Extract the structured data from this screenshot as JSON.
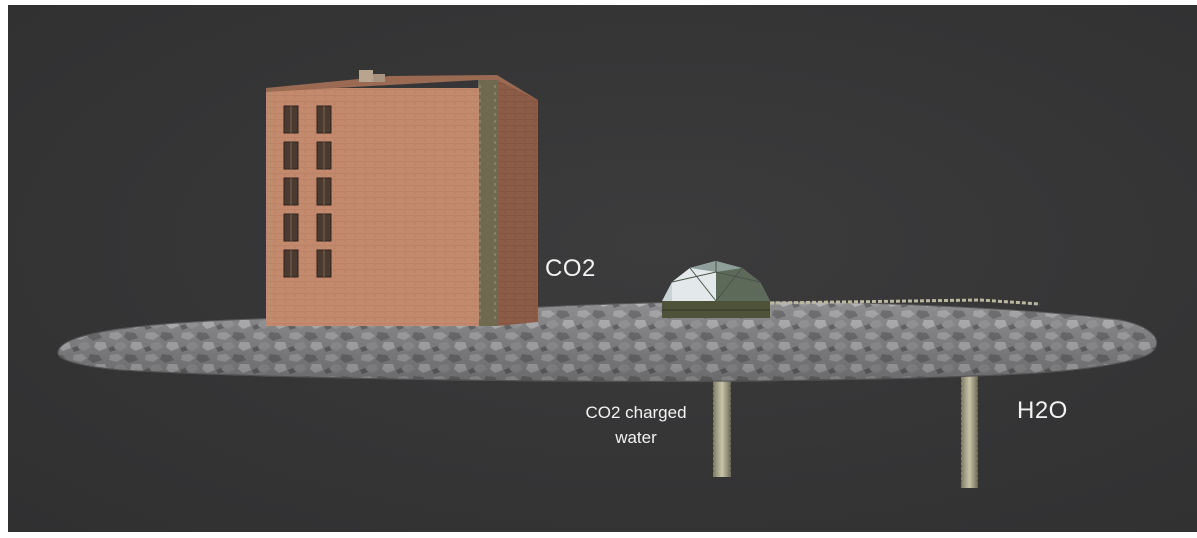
{
  "labels": {
    "co2": "CO2",
    "h2o": "H2O",
    "charged_line1": "CO2 charged",
    "charged_line2": "water"
  },
  "colors": {
    "background": "#363637",
    "building_front": "#c48a6e",
    "building_side": "#8a5a45",
    "dome": "#c9d3d6",
    "ground": "#8d8d8f",
    "label_text": "#f2f2f2"
  }
}
